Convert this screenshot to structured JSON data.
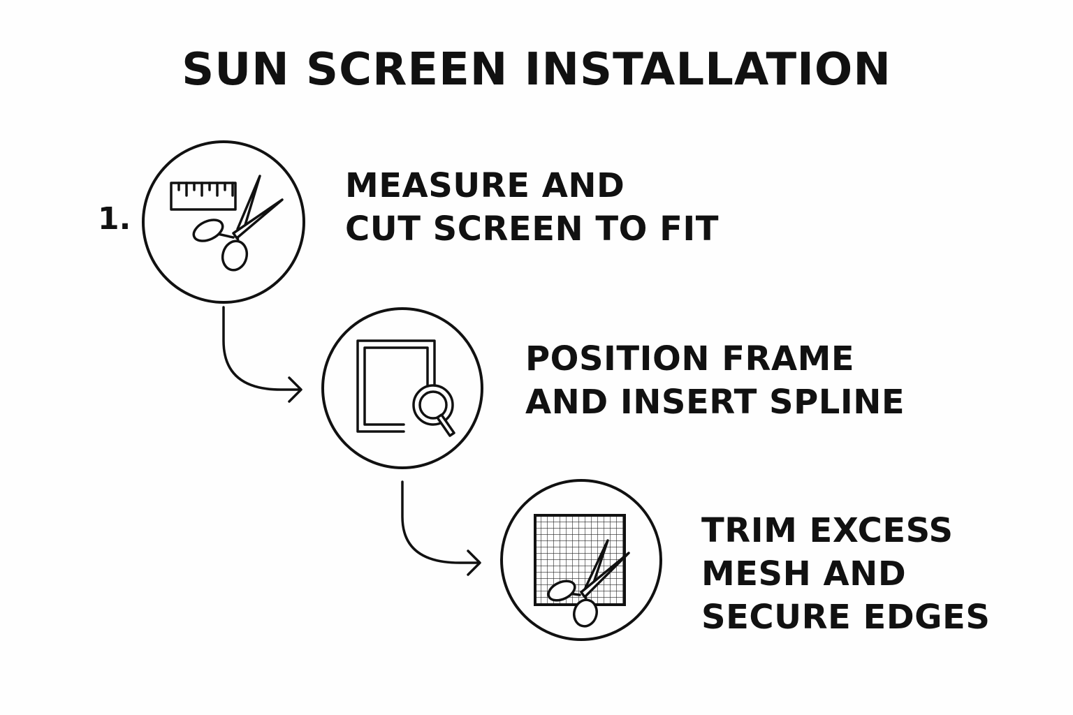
{
  "title": "SUN SCREEN INSTALLATION",
  "steps": [
    {
      "number": "1.",
      "icon": "ruler-scissors-icon",
      "lines": [
        "MEASURE AND",
        "CUT SCREEN TO FIT"
      ]
    },
    {
      "number": "",
      "icon": "frame-magnifier-icon",
      "lines": [
        "POSITION FRAME",
        "AND INSERT SPLINE"
      ]
    },
    {
      "number": "",
      "icon": "mesh-scissors-icon",
      "lines": [
        "TRIM EXCESS",
        "MESH AND",
        "SECURE EDGES"
      ]
    }
  ],
  "colors": {
    "background": "#fefefe",
    "ink": "#111111"
  }
}
